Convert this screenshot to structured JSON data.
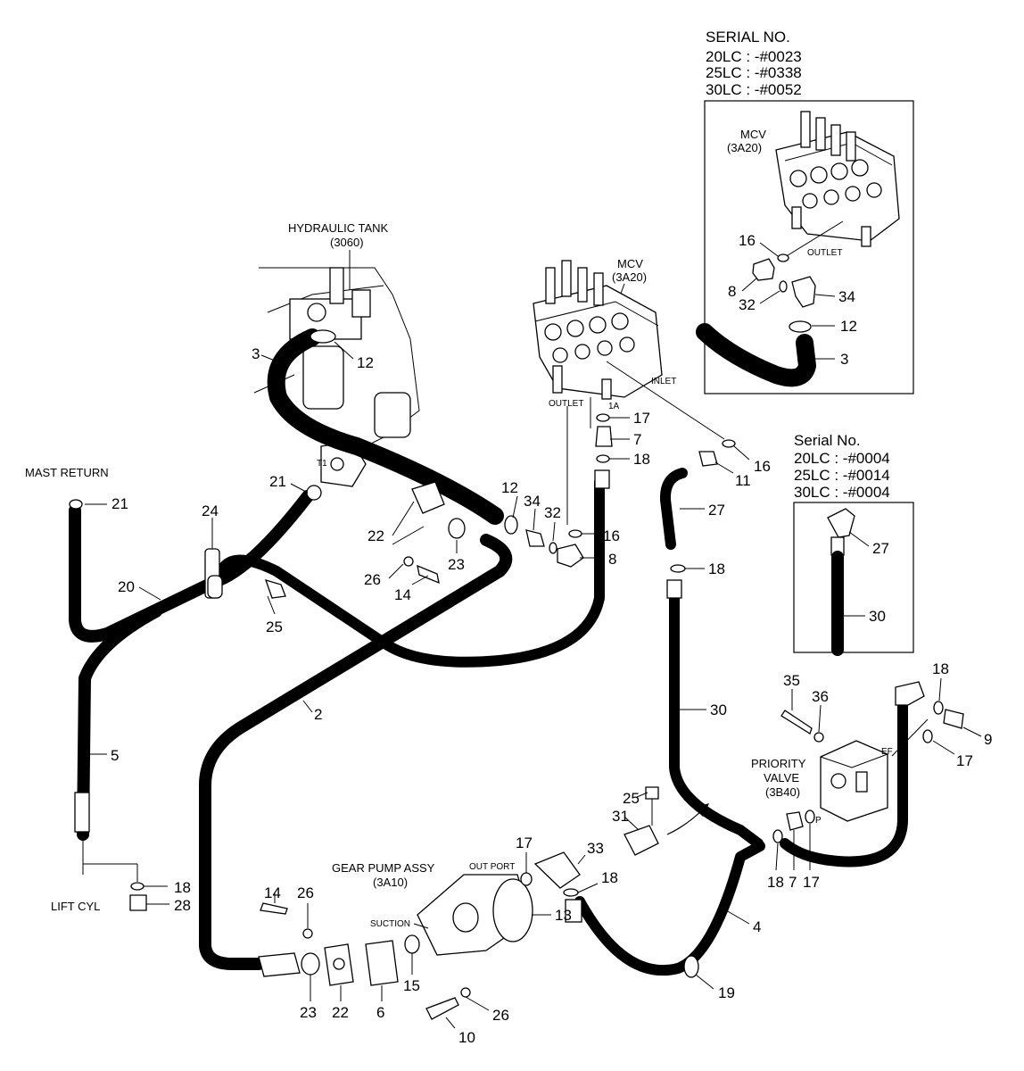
{
  "serial_box_1": {
    "title": "SERIAL NO.",
    "lines": [
      "20LC : -#0023",
      "25LC : -#0338",
      "30LC : -#0052"
    ]
  },
  "serial_box_2": {
    "title": "Serial No.",
    "lines": [
      "20LC : -#0004",
      "25LC : -#0014",
      "30LC : -#0004"
    ]
  },
  "components": {
    "hydraulic_tank": "HYDRAULIC TANK",
    "hydraulic_tank_code": "(3060)",
    "mcv": "MCV",
    "mcv_code": "(3A20)",
    "mcv_outlet": "OUTLET",
    "mcv_inlet": "INLET",
    "mcv_port_1a": "1A",
    "mast_return": "MAST RETURN",
    "lift_cyl": "LIFT CYL",
    "gear_pump": "GEAR PUMP ASSY",
    "gear_pump_code": "(3A10)",
    "out_port": "OUT PORT",
    "suction": "SUCTION",
    "priority_valve_1": "PRIORITY",
    "priority_valve_2": "VALVE",
    "priority_valve_code": "(3B40)",
    "port_ef": "EF",
    "port_p": "P",
    "tank_port_t1": "T1"
  },
  "callouts": {
    "c2": "2",
    "c3": "3",
    "c4": "4",
    "c5": "5",
    "c6": "6",
    "c7": "7",
    "c8": "8",
    "c9": "9",
    "c10": "10",
    "c11": "11",
    "c12": "12",
    "c13": "13",
    "c14": "14",
    "c15": "15",
    "c16": "16",
    "c17": "17",
    "c18": "18",
    "c19": "19",
    "c20": "20",
    "c21": "21",
    "c22": "22",
    "c23": "23",
    "c24": "24",
    "c25": "25",
    "c26": "26",
    "c27": "27",
    "c28": "28",
    "c30": "30",
    "c31": "31",
    "c32": "32",
    "c33": "33",
    "c34": "34",
    "c35": "35",
    "c36": "36"
  }
}
